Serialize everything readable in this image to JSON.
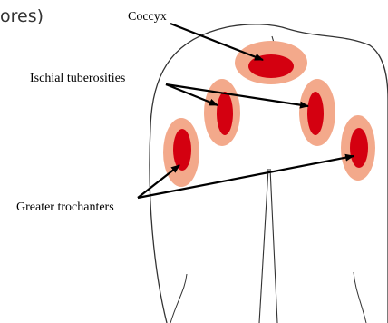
{
  "heading_fragment": "ores)",
  "labels": {
    "coccyx": "Coccyx",
    "ischial": "Ischial tuberosities",
    "trochanters": "Greater trochanters"
  },
  "colors": {
    "halo": "#f3a98b",
    "core": "#d40010",
    "outline": "#333333",
    "arrow": "#000000"
  }
}
